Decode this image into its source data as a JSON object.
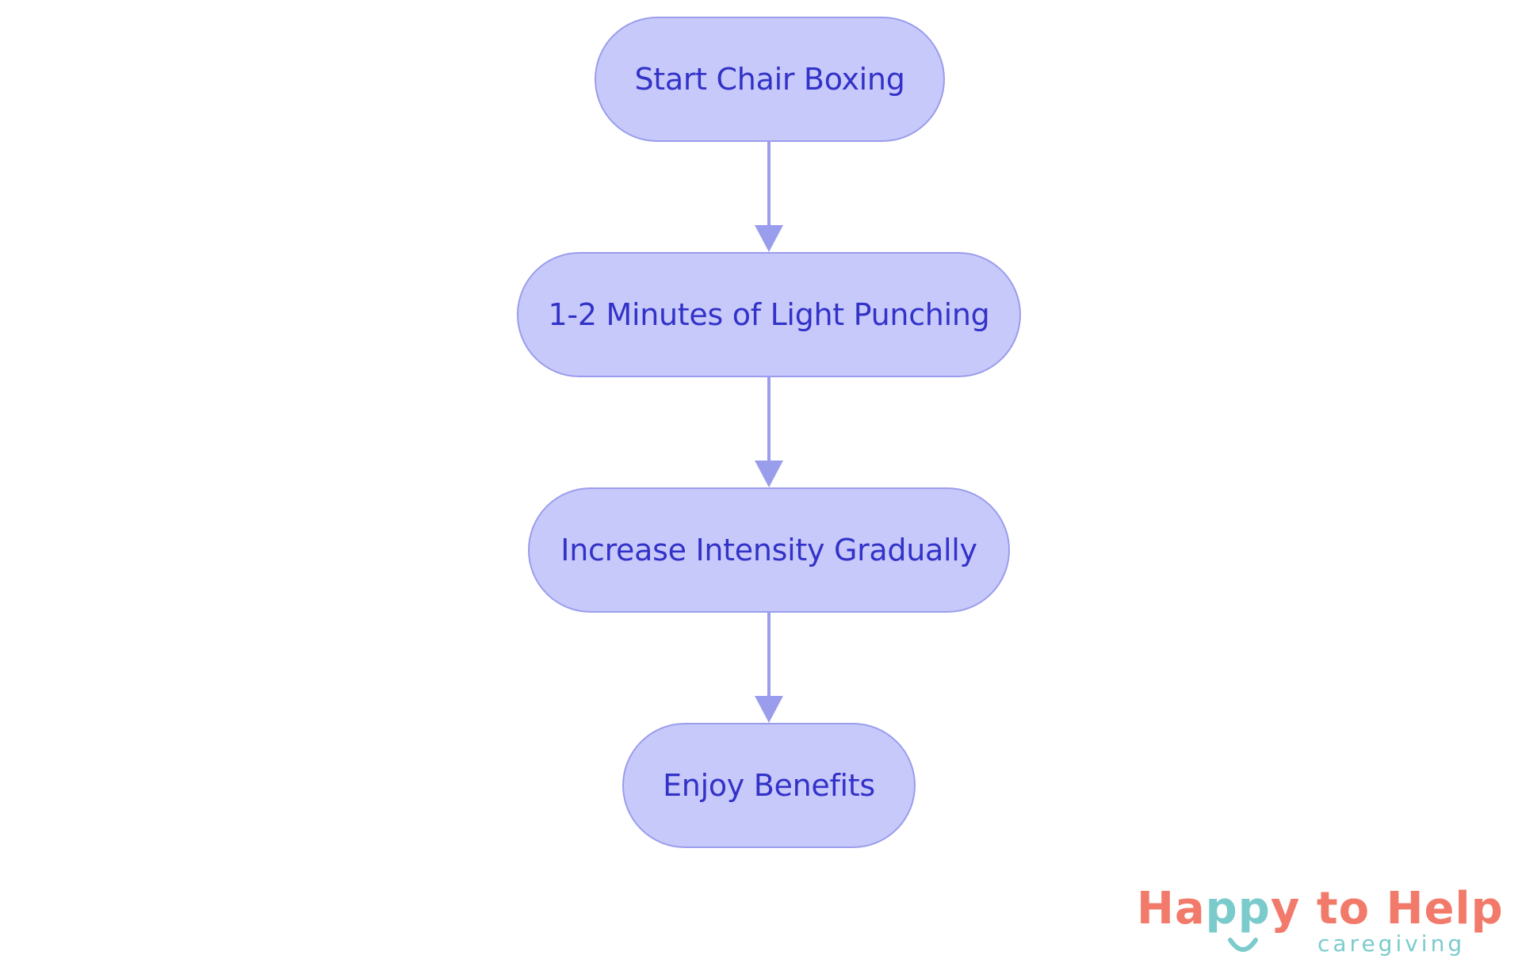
{
  "flowchart": {
    "nodes": [
      {
        "id": "start",
        "label": "Start Chair Boxing"
      },
      {
        "id": "warmup",
        "label": "1-2 Minutes of Light Punching"
      },
      {
        "id": "increase",
        "label": "Increase Intensity Gradually"
      },
      {
        "id": "benefits",
        "label": "Enjoy Benefits"
      }
    ],
    "edges": [
      {
        "from": "start",
        "to": "warmup"
      },
      {
        "from": "warmup",
        "to": "increase"
      },
      {
        "from": "increase",
        "to": "benefits"
      }
    ]
  },
  "colors": {
    "node_fill": "#c8c9fb",
    "node_border": "#9a9deb",
    "node_text": "#3232c8",
    "arrow": "#9a9deb",
    "logo_coral": "#f27a6a",
    "logo_teal": "#7ccbcc"
  },
  "logo": {
    "part_happy_ha": "Ha",
    "part_happy_pp": "pp",
    "part_happy_y": "y",
    "part_to_help": " to Help",
    "tagline": "caregiving",
    "icon": "smile-icon"
  }
}
